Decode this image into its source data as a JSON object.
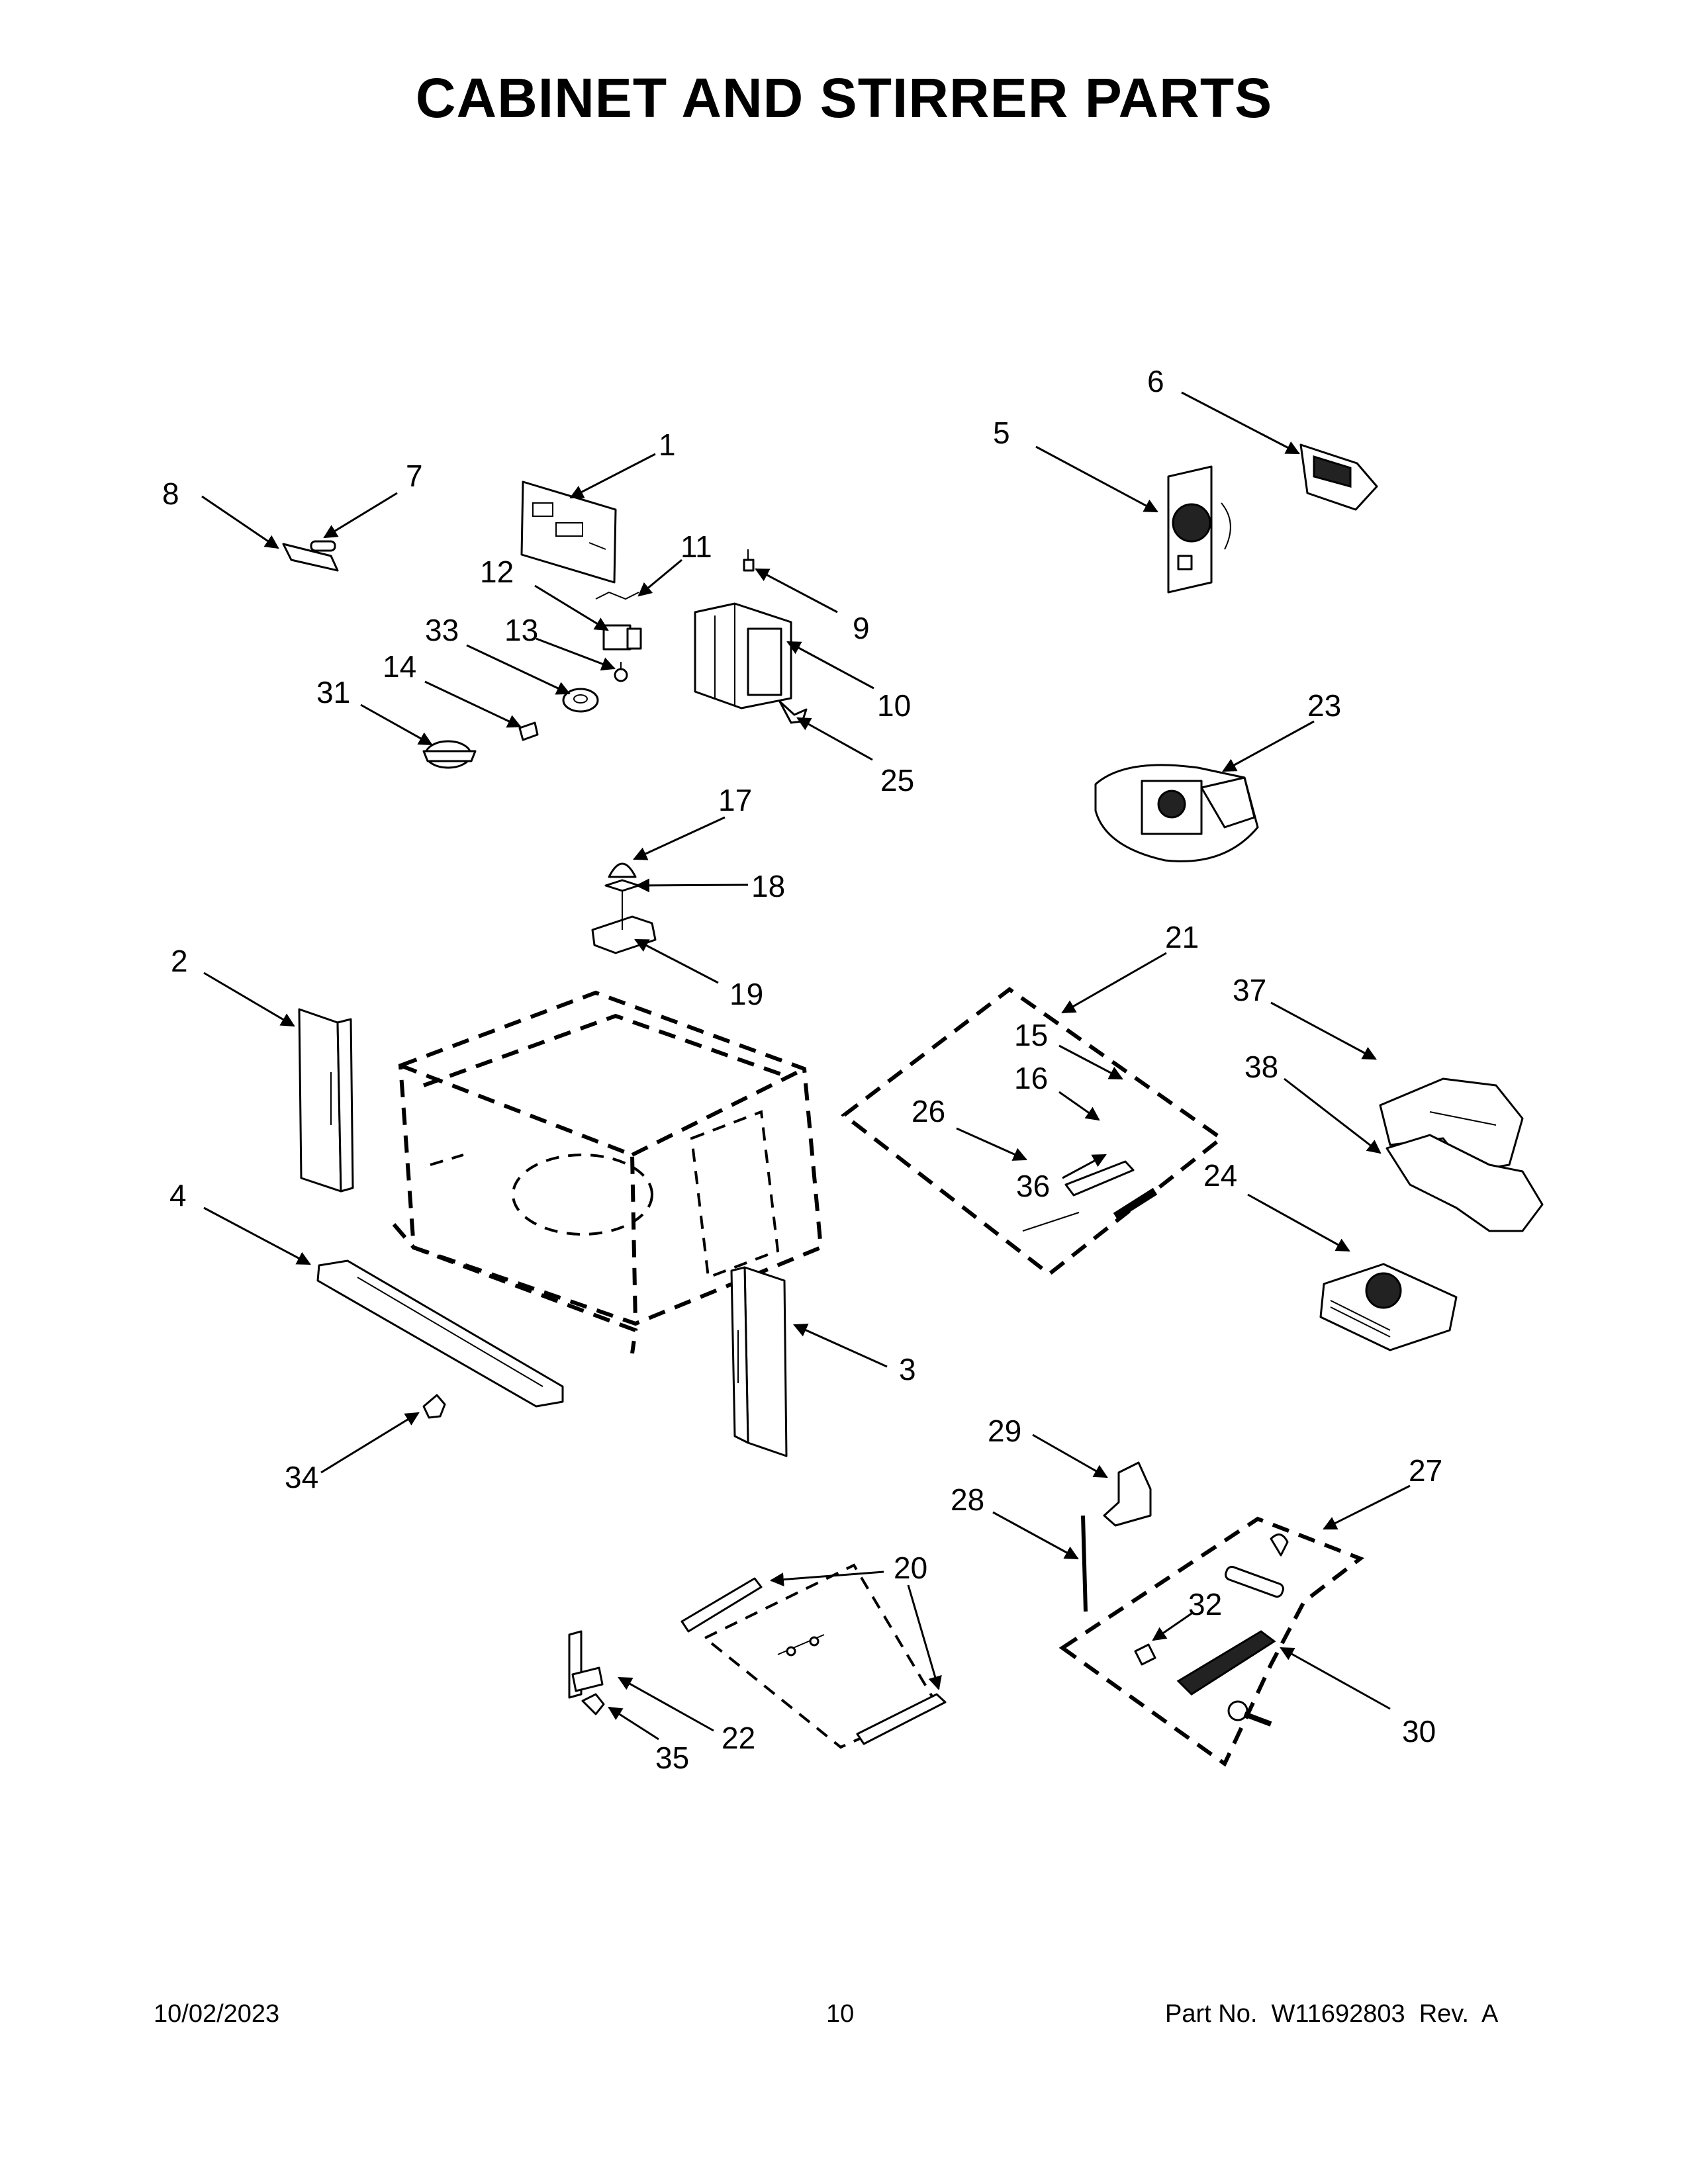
{
  "page": {
    "title": "CABINET AND STIRRER PARTS",
    "date": "10/02/2023",
    "page_number": "10",
    "part_info": "Part No.  W11692803  Rev.  A"
  },
  "callouts": [
    "1",
    "2",
    "3",
    "4",
    "5",
    "6",
    "7",
    "8",
    "9",
    "10",
    "11",
    "12",
    "13",
    "14",
    "15",
    "16",
    "17",
    "18",
    "19",
    "20",
    "21",
    "22",
    "23",
    "24",
    "25",
    "26",
    "27",
    "28",
    "29",
    "30",
    "31",
    "32",
    "33",
    "34",
    "35",
    "36",
    "37",
    "38"
  ]
}
